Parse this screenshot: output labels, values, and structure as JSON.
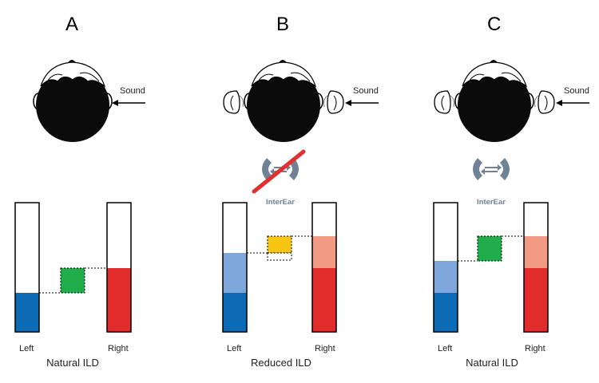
{
  "panels": [
    {
      "label": "A",
      "sound": "Sound",
      "left": "Left",
      "right": "Right",
      "caption": "Natural ILD"
    },
    {
      "label": "B",
      "sound": "Sound",
      "left": "Left",
      "right": "Right",
      "caption": "Reduced ILD",
      "device": "InterEar"
    },
    {
      "label": "C",
      "sound": "Sound",
      "left": "Left",
      "right": "Right",
      "caption": "Natural ILD",
      "device": "InterEar"
    }
  ],
  "colors": {
    "left_dark": "#0d6ab5",
    "left_light": "#7fa7dc",
    "right_dark": "#e22b2b",
    "right_light": "#f39a84",
    "green": "#21ad4b",
    "yellow": "#f7c512",
    "device": "#6f8296",
    "strike": "#e03030"
  }
}
